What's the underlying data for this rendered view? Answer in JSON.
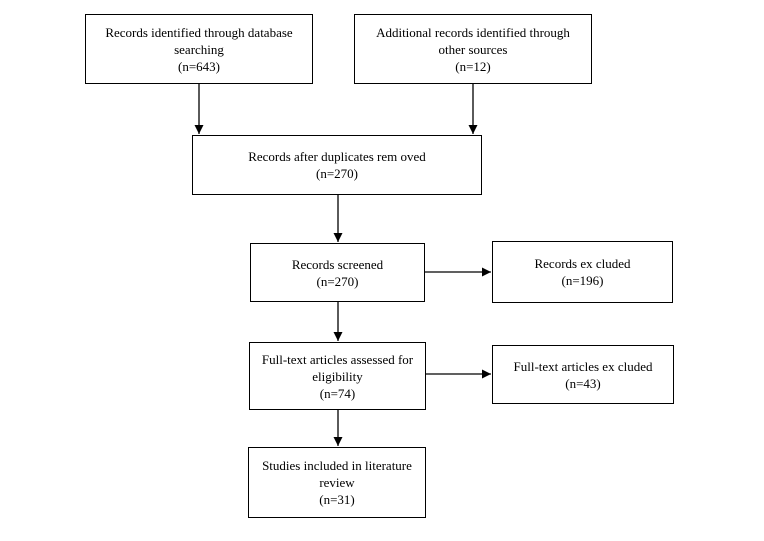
{
  "diagram": {
    "type": "flowchart",
    "style": "prisma-literature-review",
    "colors": {
      "background": "#ffffff",
      "box_border": "#000000",
      "text": "#000000",
      "arrow": "#000000"
    },
    "boxes": [
      {
        "id": "identified-database",
        "lines": [
          "Records identified through database",
          "searching",
          "(n=643)"
        ]
      },
      {
        "id": "identified-other",
        "lines": [
          "Additional records identified through",
          "other sources",
          "(n=12)"
        ]
      },
      {
        "id": "after-duplicates",
        "lines": [
          "Records after duplicates rem oved",
          "(n=270)"
        ]
      },
      {
        "id": "screened",
        "lines": [
          "Records screened",
          "(n=270)"
        ]
      },
      {
        "id": "excluded",
        "lines": [
          "Records ex cluded",
          "(n=196)"
        ]
      },
      {
        "id": "fulltext-assessed",
        "lines": [
          "Full-text articles assessed for",
          "eligibility",
          "(n=74)"
        ]
      },
      {
        "id": "fulltext-excluded",
        "lines": [
          "Full-text articles ex cluded",
          "(n=43)"
        ]
      },
      {
        "id": "included",
        "lines": [
          "Studies included in literature",
          "review",
          "(n=31)"
        ]
      }
    ],
    "connections": [
      {
        "from": "identified-database",
        "to": "after-duplicates"
      },
      {
        "from": "identified-other",
        "to": "after-duplicates"
      },
      {
        "from": "after-duplicates",
        "to": "screened"
      },
      {
        "from": "screened",
        "to": "excluded"
      },
      {
        "from": "screened",
        "to": "fulltext-assessed"
      },
      {
        "from": "fulltext-assessed",
        "to": "fulltext-excluded"
      },
      {
        "from": "fulltext-assessed",
        "to": "included"
      }
    ]
  }
}
